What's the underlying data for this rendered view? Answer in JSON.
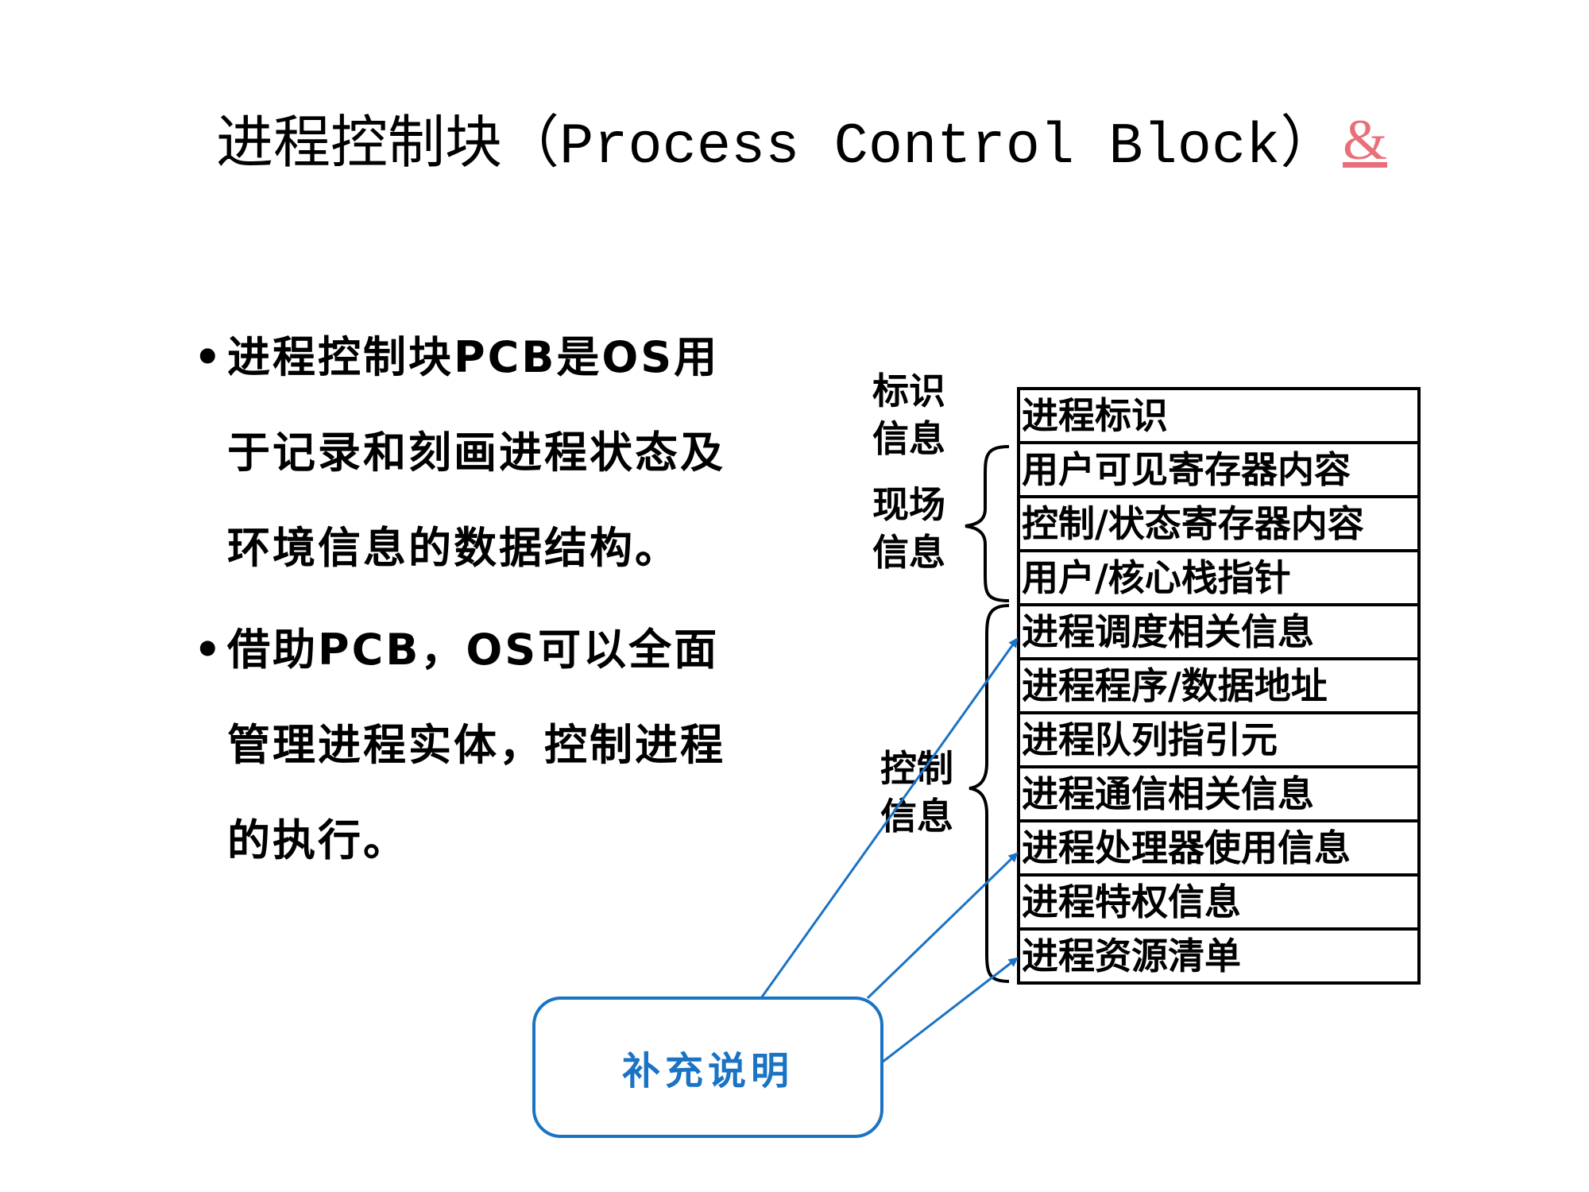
{
  "title": {
    "zh": "进程控制块",
    "en": "（Process Control Block）",
    "link": "&"
  },
  "bullets": [
    {
      "dot": "•",
      "text": "进程控制块PCB是OS用于记录和刻画进程状态及环境信息的数据结构。"
    },
    {
      "dot": "•",
      "text": "借助PCB，OS可以全面管理进程实体，控制进程的执行。"
    }
  ],
  "pcb_rows": [
    "进程标识",
    "用户可见寄存器内容",
    "控制/状态寄存器内容",
    "用户/核心栈指针",
    "进程调度相关信息",
    "进程程序/数据地址",
    "进程队列指引元",
    "进程通信相关信息",
    "进程处理器使用信息",
    "进程特权信息",
    "进程资源清单"
  ],
  "groups": {
    "identity": [
      "标识",
      "信息"
    ],
    "context": [
      "现场",
      "信息"
    ],
    "control": [
      "控制",
      "信息"
    ]
  },
  "note": {
    "label": "补充说明"
  },
  "colors": {
    "accent": "#1a73c4",
    "link": "#e8707a",
    "text": "#000000"
  }
}
